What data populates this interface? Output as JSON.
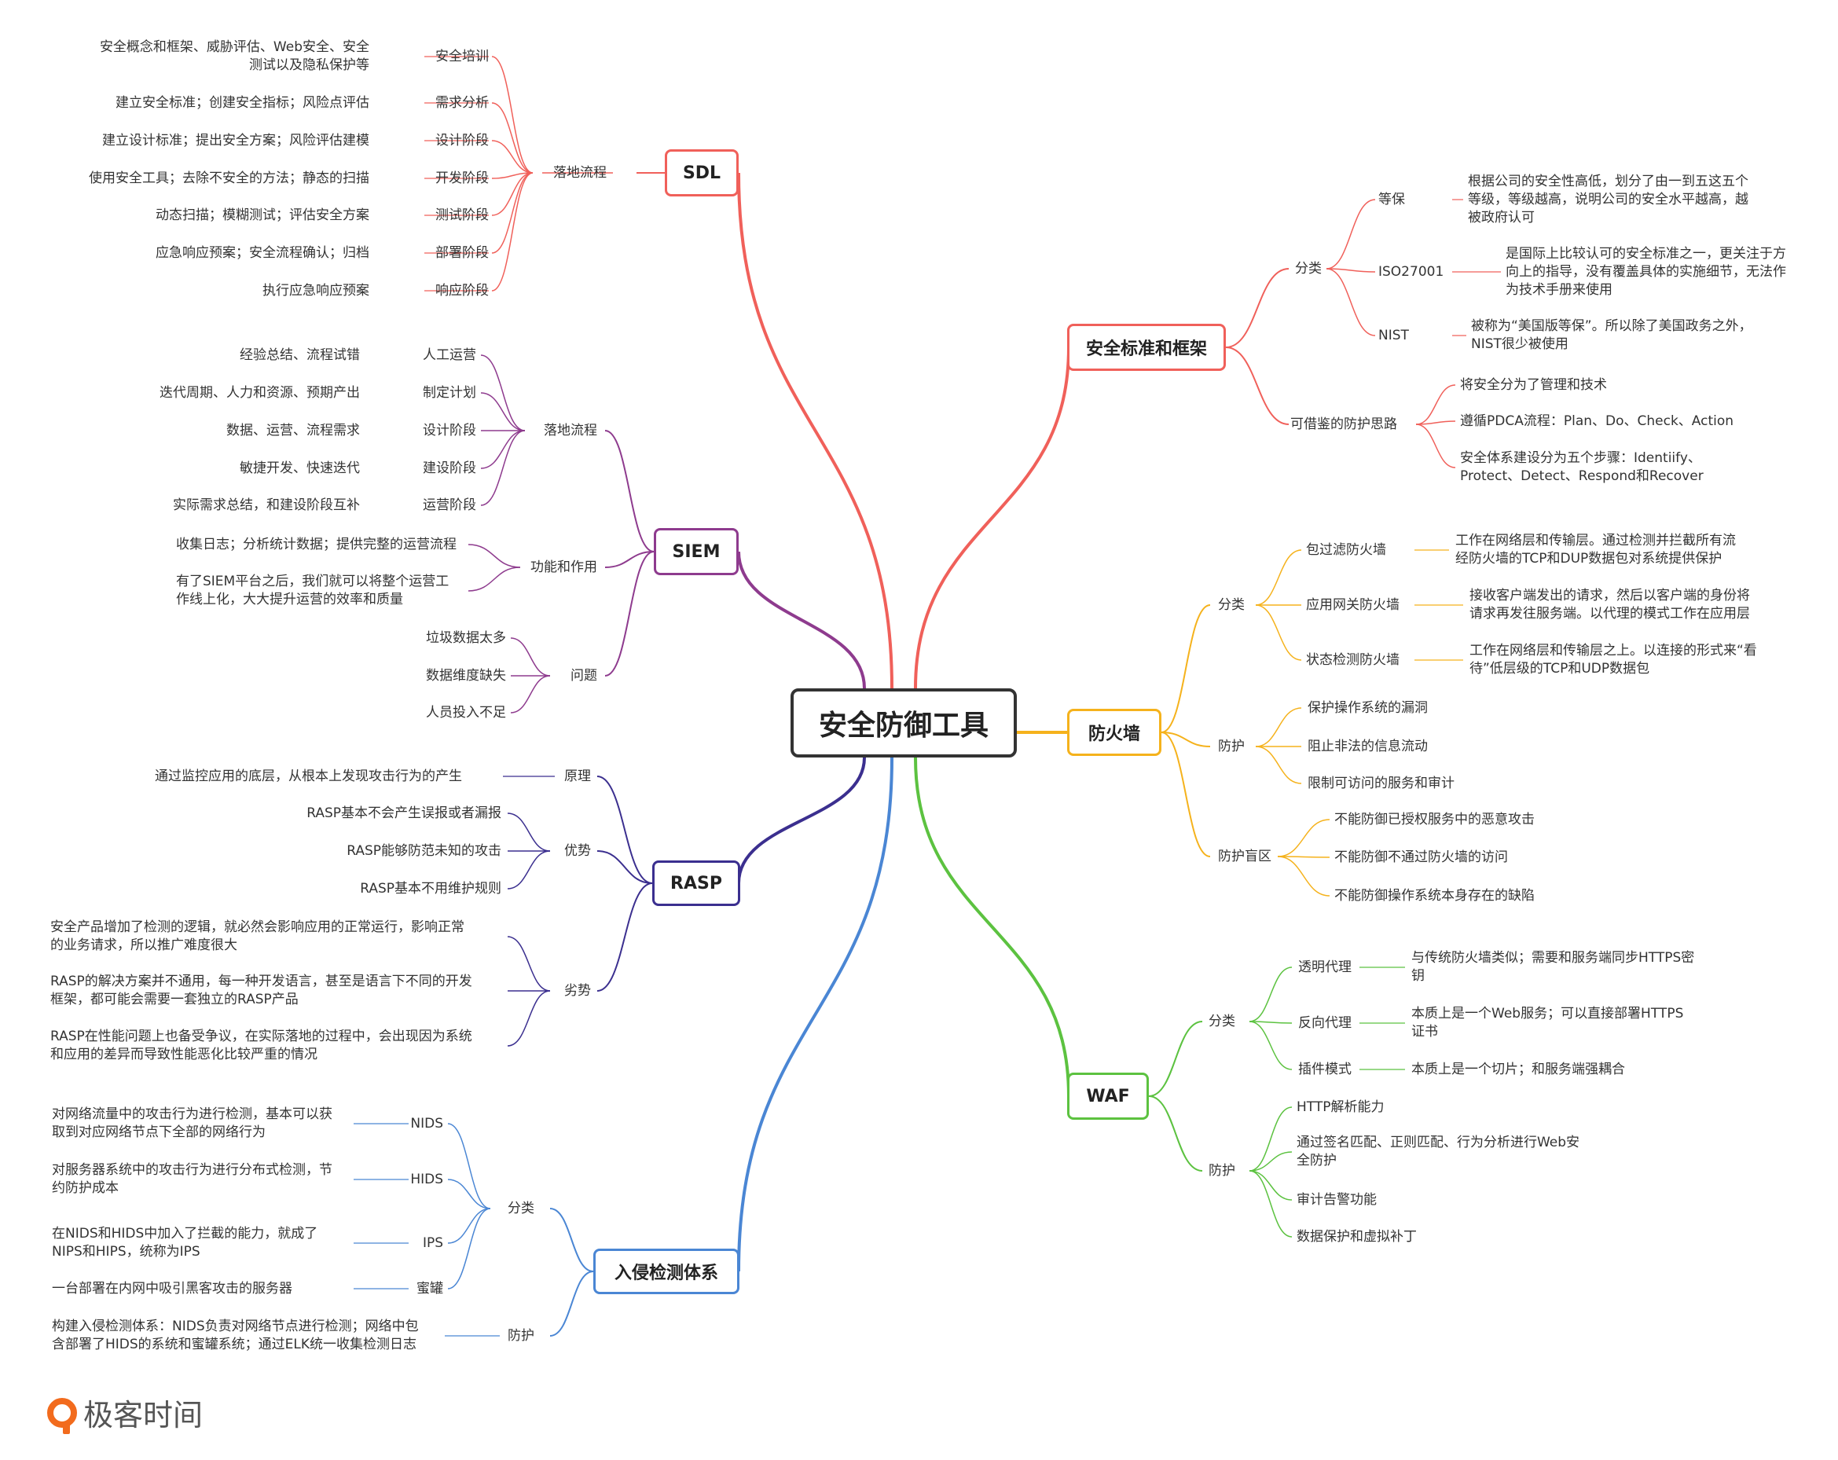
{
  "root": "安全防御工具",
  "branches": {
    "sdl": {
      "title": "SDL",
      "color": "#f0605a",
      "process": "落地流程",
      "items": [
        {
          "k": "安全培训",
          "v": "安全概念和框架、威胁评估、Web安全、安全\n测试以及隐私保护等"
        },
        {
          "k": "需求分析",
          "v": "建立安全标准；创建安全指标；风险点评估"
        },
        {
          "k": "设计阶段",
          "v": "建立设计标准；提出安全方案；风险评估建模"
        },
        {
          "k": "开发阶段",
          "v": "使用安全工具；去除不安全的方法；静态的扫描"
        },
        {
          "k": "测试阶段",
          "v": "动态扫描；模糊测试；评估安全方案"
        },
        {
          "k": "部署阶段",
          "v": "应急响应预案；安全流程确认；归档"
        },
        {
          "k": "响应阶段",
          "v": "执行应急响应预案"
        }
      ]
    },
    "siem": {
      "title": "SIEM",
      "color": "#8e3b8e",
      "process": "落地流程",
      "process_items": [
        {
          "k": "人工运营",
          "v": "经验总结、流程试错"
        },
        {
          "k": "制定计划",
          "v": "迭代周期、人力和资源、预期产出"
        },
        {
          "k": "设计阶段",
          "v": "数据、运营、流程需求"
        },
        {
          "k": "建设阶段",
          "v": "敏捷开发、快速迭代"
        },
        {
          "k": "运营阶段",
          "v": "实际需求总结，和建设阶段互补"
        }
      ],
      "function": "功能和作用",
      "function_items": [
        "收集日志；分析统计数据；提供完整的运营流程",
        "有了SIEM平台之后，我们就可以将整个运营工\n作线上化，大大提升运营的效率和质量"
      ],
      "problem": "问题",
      "problem_items": [
        "垃圾数据太多",
        "数据维度缺失",
        "人员投入不足"
      ]
    },
    "rasp": {
      "title": "RASP",
      "color": "#3b2f8f",
      "principle": "原理",
      "principle_text": "通过监控应用的底层，从根本上发现攻击行为的产生",
      "advantage": "优势",
      "advantage_items": [
        "RASP基本不会产生误报或者漏报",
        "RASP能够防范未知的攻击",
        "RASP基本不用维护规则"
      ],
      "disadvantage": "劣势",
      "disadvantage_items": [
        "安全产品增加了检测的逻辑，就必然会影响应用的正常运行，影响正常\n的业务请求，所以推广难度很大",
        "RASP的解决方案并不通用，每一种开发语言，甚至是语言下不同的开发\n框架，都可能会需要一套独立的RASP产品",
        "RASP在性能问题上也备受争议，在实际落地的过程中，会出现因为系统\n和应用的差异而导致性能恶化比较严重的情况"
      ]
    },
    "ids": {
      "title": "入侵检测体系",
      "color": "#4a86d4",
      "category": "分类",
      "category_items": [
        {
          "k": "NIDS",
          "v": "对网络流量中的攻击行为进行检测，基本可以获\n取到对应网络节点下全部的网络行为"
        },
        {
          "k": "HIDS",
          "v": "对服务器系统中的攻击行为进行分布式检测，节\n约防护成本"
        },
        {
          "k": "IPS",
          "v": "在NIDS和HIDS中加入了拦截的能力，就成了\nNIPS和HIPS，统称为IPS"
        },
        {
          "k": "蜜罐",
          "v": "一台部署在内网中吸引黑客攻击的服务器"
        }
      ],
      "protect": "防护",
      "protect_text": "构建入侵检测体系：NIDS负责对网络节点进行检测；网络中包\n含部署了HIDS的系统和蜜罐系统；通过ELK统一收集检测日志"
    },
    "standard": {
      "title": "安全标准和框架",
      "color": "#f0605a",
      "category": "分类",
      "category_items": [
        {
          "k": "等保",
          "v": "根据公司的安全性高低，划分了由一到五这五个\n等级，等级越高，说明公司的安全水平越高，越\n被政府认可"
        },
        {
          "k": "ISO27001",
          "v": "是国际上比较认可的安全标准之一，更关注于方\n向上的指导，没有覆盖具体的实施细节，无法作\n为技术手册来使用"
        },
        {
          "k": "NIST",
          "v": "被称为“美国版等保”。所以除了美国政务之外，\nNIST很少被使用"
        }
      ],
      "idea": "可借鉴的防护思路",
      "idea_items": [
        "将安全分为了管理和技术",
        "遵循PDCA流程：Plan、Do、Check、Action",
        "安全体系建设分为五个步骤：Identiify、\nProtect、Detect、Respond和Recover"
      ]
    },
    "firewall": {
      "title": "防火墙",
      "color": "#f5b21c",
      "category": "分类",
      "category_items": [
        {
          "k": "包过滤防火墙",
          "v": "工作在网络层和传输层。通过检测并拦截所有流\n经防火墙的TCP和DUP数据包对系统提供保护"
        },
        {
          "k": "应用网关防火墙",
          "v": "接收客户端发出的请求，然后以客户端的身份将\n请求再发往服务端。以代理的模式工作在应用层"
        },
        {
          "k": "状态检测防火墙",
          "v": "工作在网络层和传输层之上。以连接的形式来“看\n待”低层级的TCP和UDP数据包"
        }
      ],
      "protect": "防护",
      "protect_items": [
        "保护操作系统的漏洞",
        "阻止非法的信息流动",
        "限制可访问的服务和审计"
      ],
      "blind": "防护盲区",
      "blind_items": [
        "不能防御已授权服务中的恶意攻击",
        "不能防御不通过防火墙的访问",
        "不能防御操作系统本身存在的缺陷"
      ]
    },
    "waf": {
      "title": "WAF",
      "color": "#5cc240",
      "category": "分类",
      "category_items": [
        {
          "k": "透明代理",
          "v": "与传统防火墙类似；需要和服务端同步HTTPS密\n钥"
        },
        {
          "k": "反向代理",
          "v": "本质上是一个Web服务；可以直接部署HTTPS\n证书"
        },
        {
          "k": "插件模式",
          "v": "本质上是一个切片；和服务端强耦合"
        }
      ],
      "protect": "防护",
      "protect_items": [
        "HTTP解析能力",
        "通过签名匹配、正则匹配、行为分析进行Web安\n全防护",
        "审计告警功能",
        "数据保护和虚拟补丁"
      ]
    }
  },
  "logo": "极客时间"
}
